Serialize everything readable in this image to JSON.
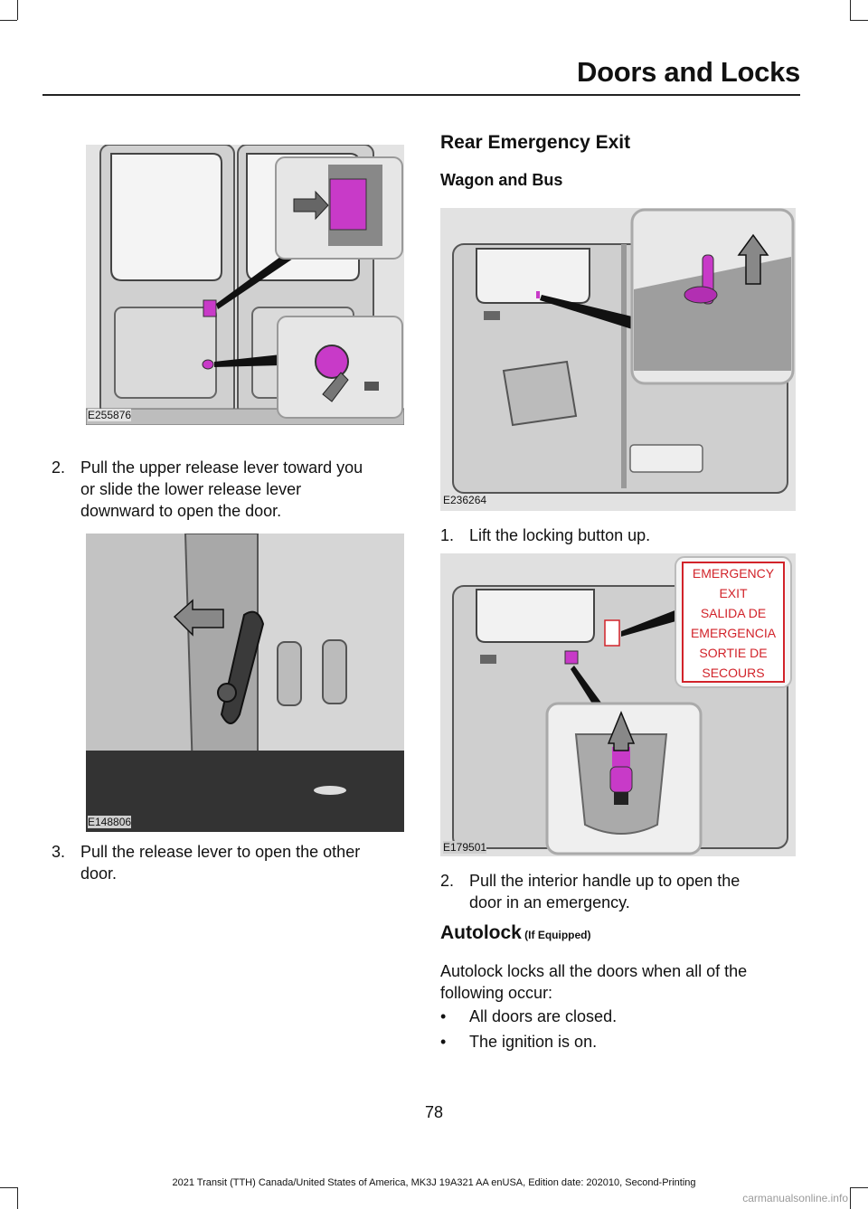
{
  "header": {
    "title": "Doors and Locks"
  },
  "figures": {
    "fig1": {
      "code": "E255876"
    },
    "fig2": {
      "code": "E148806"
    },
    "fig3": {
      "code": "E236264"
    },
    "fig4": {
      "code": "E179501",
      "sign_lines": [
        "EMERGENCY",
        "EXIT",
        "SALIDA DE",
        "EMERGENCIA",
        "SORTIE DE",
        "SECOURS"
      ]
    }
  },
  "left_steps": [
    {
      "num": "2.",
      "lines": [
        "Pull the upper release lever toward you",
        "or slide the lower release lever",
        "downward to open the door."
      ]
    },
    {
      "num": "3.",
      "lines": [
        "Pull the release lever to open the other",
        "door."
      ]
    }
  ],
  "right": {
    "section_title": "Rear Emergency Exit",
    "subsection_title": "Wagon and Bus",
    "step1": {
      "num": "1.",
      "text": "Lift the locking button up."
    },
    "step2": {
      "num": "2.",
      "lines": [
        "Pull the interior handle up to open the",
        "door in an emergency."
      ]
    },
    "autolock_title": "Autolock",
    "autolock_suffix": " (If Equipped)",
    "autolock_para": [
      "Autolock locks all the doors when all of the",
      "following occur:"
    ],
    "bullets": [
      "All doors are closed.",
      "The ignition is on."
    ]
  },
  "page_number": "78",
  "footer": "2021 Transit (TTH) Canada/United States of America, MK3J 19A321 AA enUSA, Edition date: 202010, Second-Printing",
  "watermark": "carmanualsonline.info",
  "colors": {
    "accent": "#c83ac8",
    "sign_red": "#d2232a",
    "metal": "#d3d3d3"
  }
}
